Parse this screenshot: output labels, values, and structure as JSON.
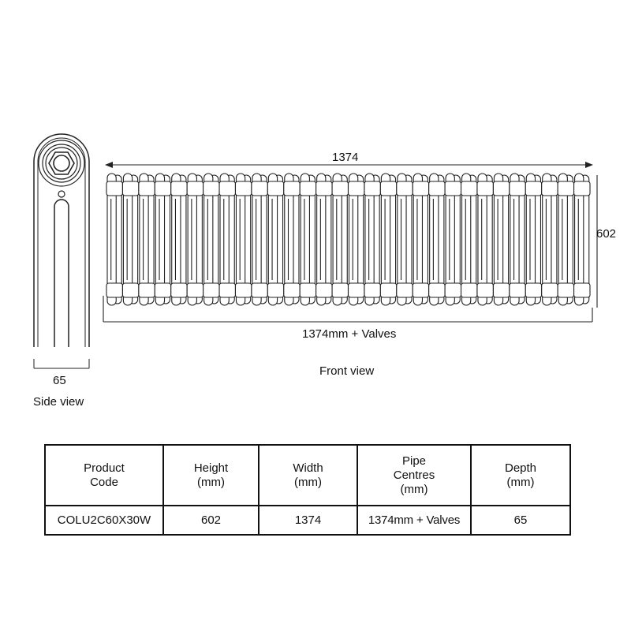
{
  "labels": {
    "side_depth": "65",
    "side_view": "Side view",
    "top_width": "1374",
    "height": "602",
    "bottom_width": "1374mm + Valves",
    "front_view": "Front view"
  },
  "table": {
    "headers": [
      [
        "Product",
        "Code"
      ],
      [
        "Height",
        "(mm)"
      ],
      [
        "Width",
        "(mm)"
      ],
      [
        "Pipe",
        "Centres",
        "(mm)"
      ],
      [
        "Depth",
        "(mm)"
      ]
    ],
    "rows": [
      [
        "COLU2C60X30W",
        "602",
        "1374",
        "1374mm + Valves",
        "65"
      ]
    ]
  },
  "radiator": {
    "columns": 30
  }
}
